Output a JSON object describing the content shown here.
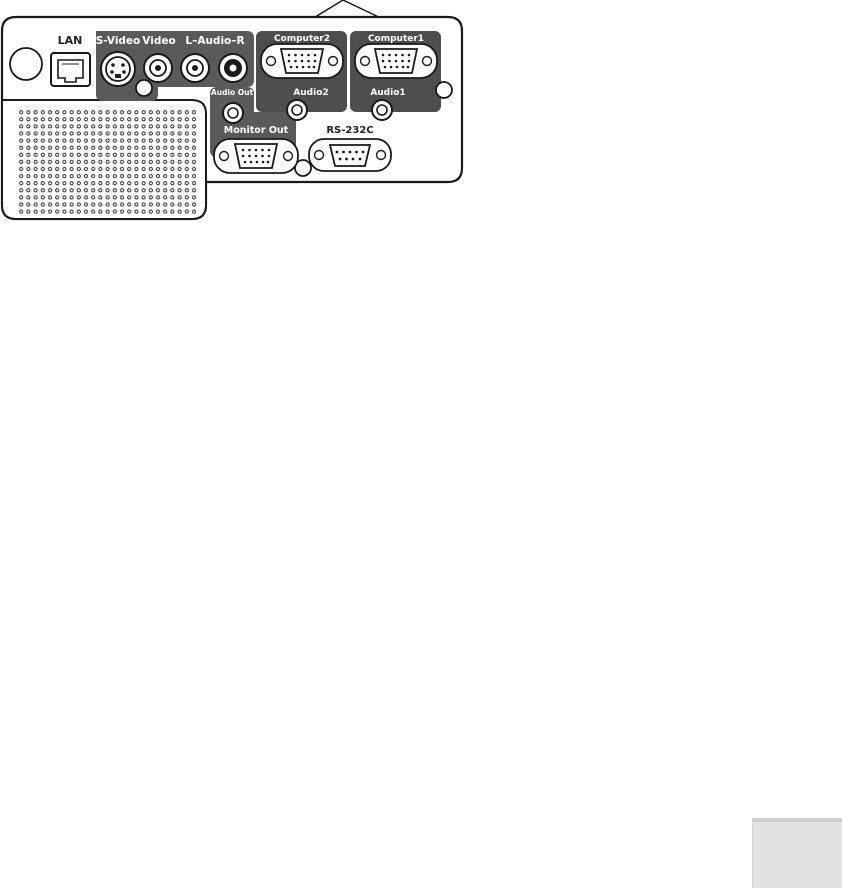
{
  "labels": {
    "lan": "LAN",
    "s_video": "S-Video",
    "video": "Video",
    "l_audio_r": "L–Audio–R",
    "computer2": "Computer2",
    "computer1": "Computer1",
    "audio2": "Audio2",
    "audio1": "Audio1",
    "audio_out": "Audio Out",
    "monitor_out": "Monitor Out",
    "rs232c": "RS-232C"
  },
  "colors": {
    "panel_fill": "#ffffff",
    "panel_outline": "#1a1a1a",
    "label_block": "#5a5a5a",
    "computer_block": "#4e4e4e",
    "page_tab": "#e2e2e2"
  }
}
